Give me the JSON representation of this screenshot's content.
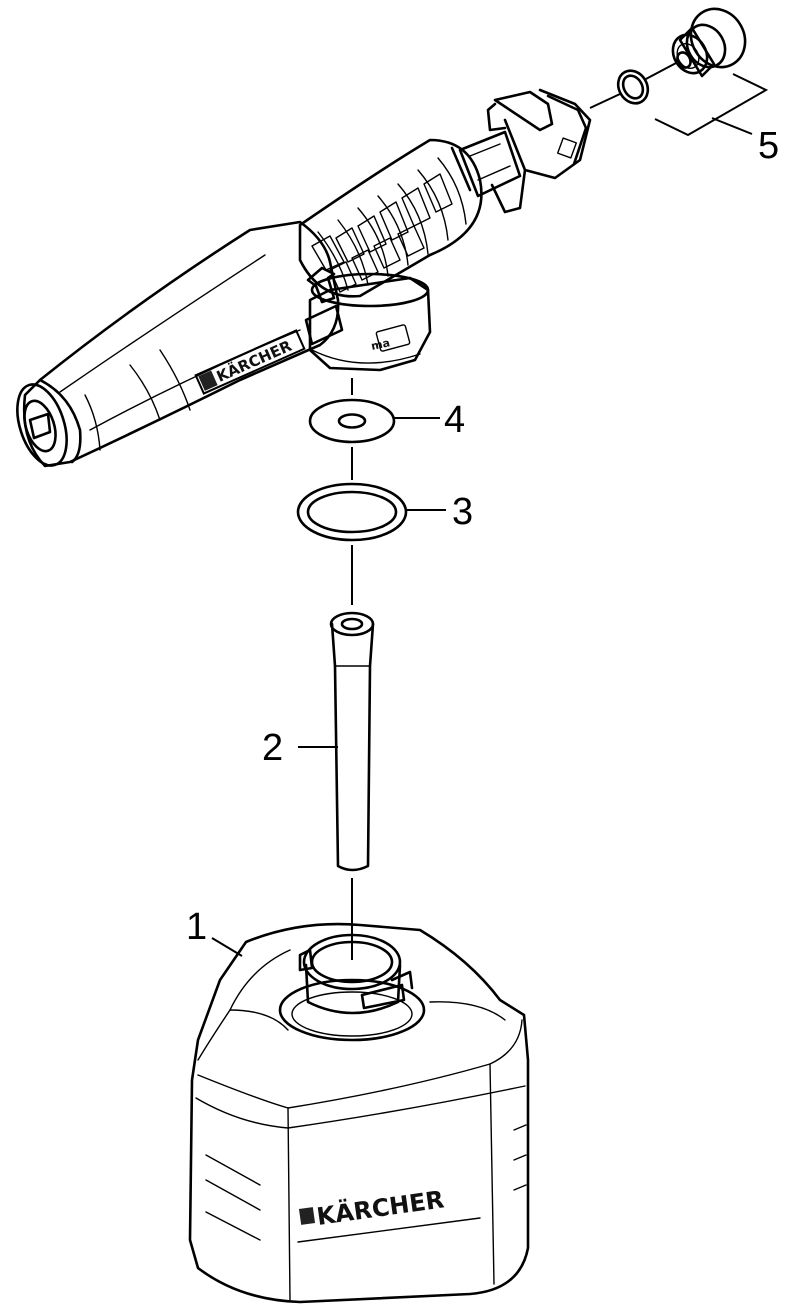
{
  "diagram": {
    "brand": "KÄRCHER",
    "nozzle_marking": "ma",
    "callouts": [
      {
        "number": "1"
      },
      {
        "number": "2"
      },
      {
        "number": "3"
      },
      {
        "number": "4"
      },
      {
        "number": "5"
      }
    ]
  }
}
